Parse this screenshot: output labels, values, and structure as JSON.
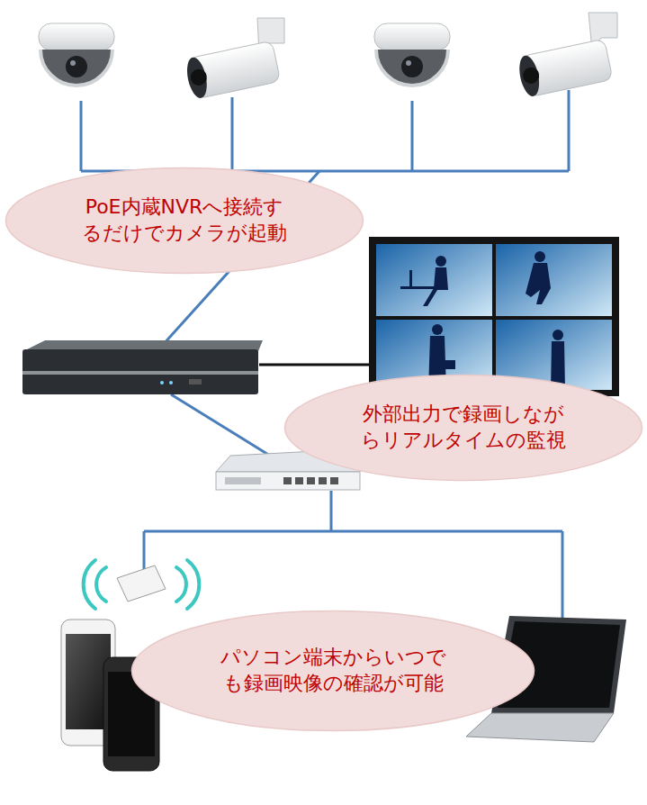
{
  "diagram": {
    "nodes": [
      {
        "text": [
          "PoE内蔵NVRへ接続す るだけでカメラが起動"
        ]
      },
      {
        "text": [
          "外部出力で録画しなが らリアルタイムの監視"
        ]
      },
      {
        "text": [
          "パソコン端末からいつで も録画映像の確認が可能"
        ]
      }
    ]
  }
}
